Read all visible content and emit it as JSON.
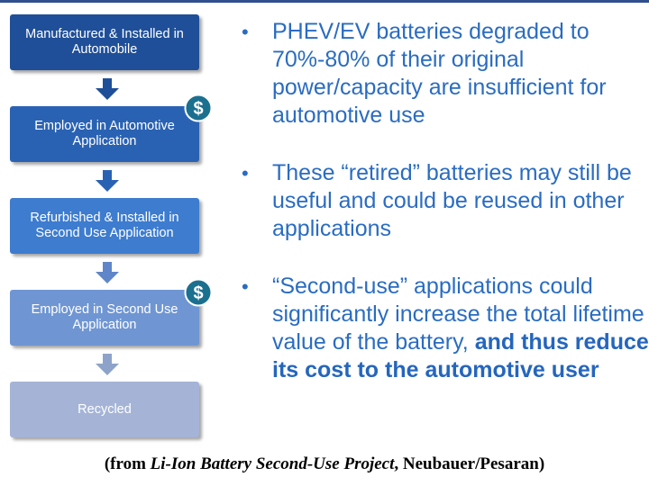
{
  "flow_steps": [
    {
      "label": "Manufactured & Installed in Automobile",
      "color": "#1f4f98"
    },
    {
      "label": "Employed in Automotive Application",
      "color": "#2a62b3"
    },
    {
      "label": "Refurbished & Installed in Second Use Application",
      "color": "#3d7ccf"
    },
    {
      "label": "Employed in Second Use Application",
      "color": "#6f96d3"
    },
    {
      "label": "Recycled",
      "color": "#a5b4d6"
    }
  ],
  "arrow_colors": [
    "#1f4f98",
    "#2a62b3",
    "#5f86c8",
    "#8ea3c9"
  ],
  "dollar_badge": {
    "symbol": "$",
    "color": "#1b6f8f"
  },
  "bullets": [
    {
      "text": "PHEV/EV batteries degraded to 70%-80% of their original power/capacity are insufficient for automotive use",
      "bold": ""
    },
    {
      "text": "These “retired” batteries may still be useful and could be reused in other applications",
      "bold": ""
    },
    {
      "text": "“Second-use” applications could significantly increase the total lifetime value of the battery,",
      "bold": "and thus reduce its cost to the automotive user"
    }
  ],
  "bullet_symbol": "•",
  "caption": {
    "prefix": "(from ",
    "title": "Li-Ion Battery Second-Use Project",
    "suffix": ", Neubauer/Pesaran)"
  }
}
